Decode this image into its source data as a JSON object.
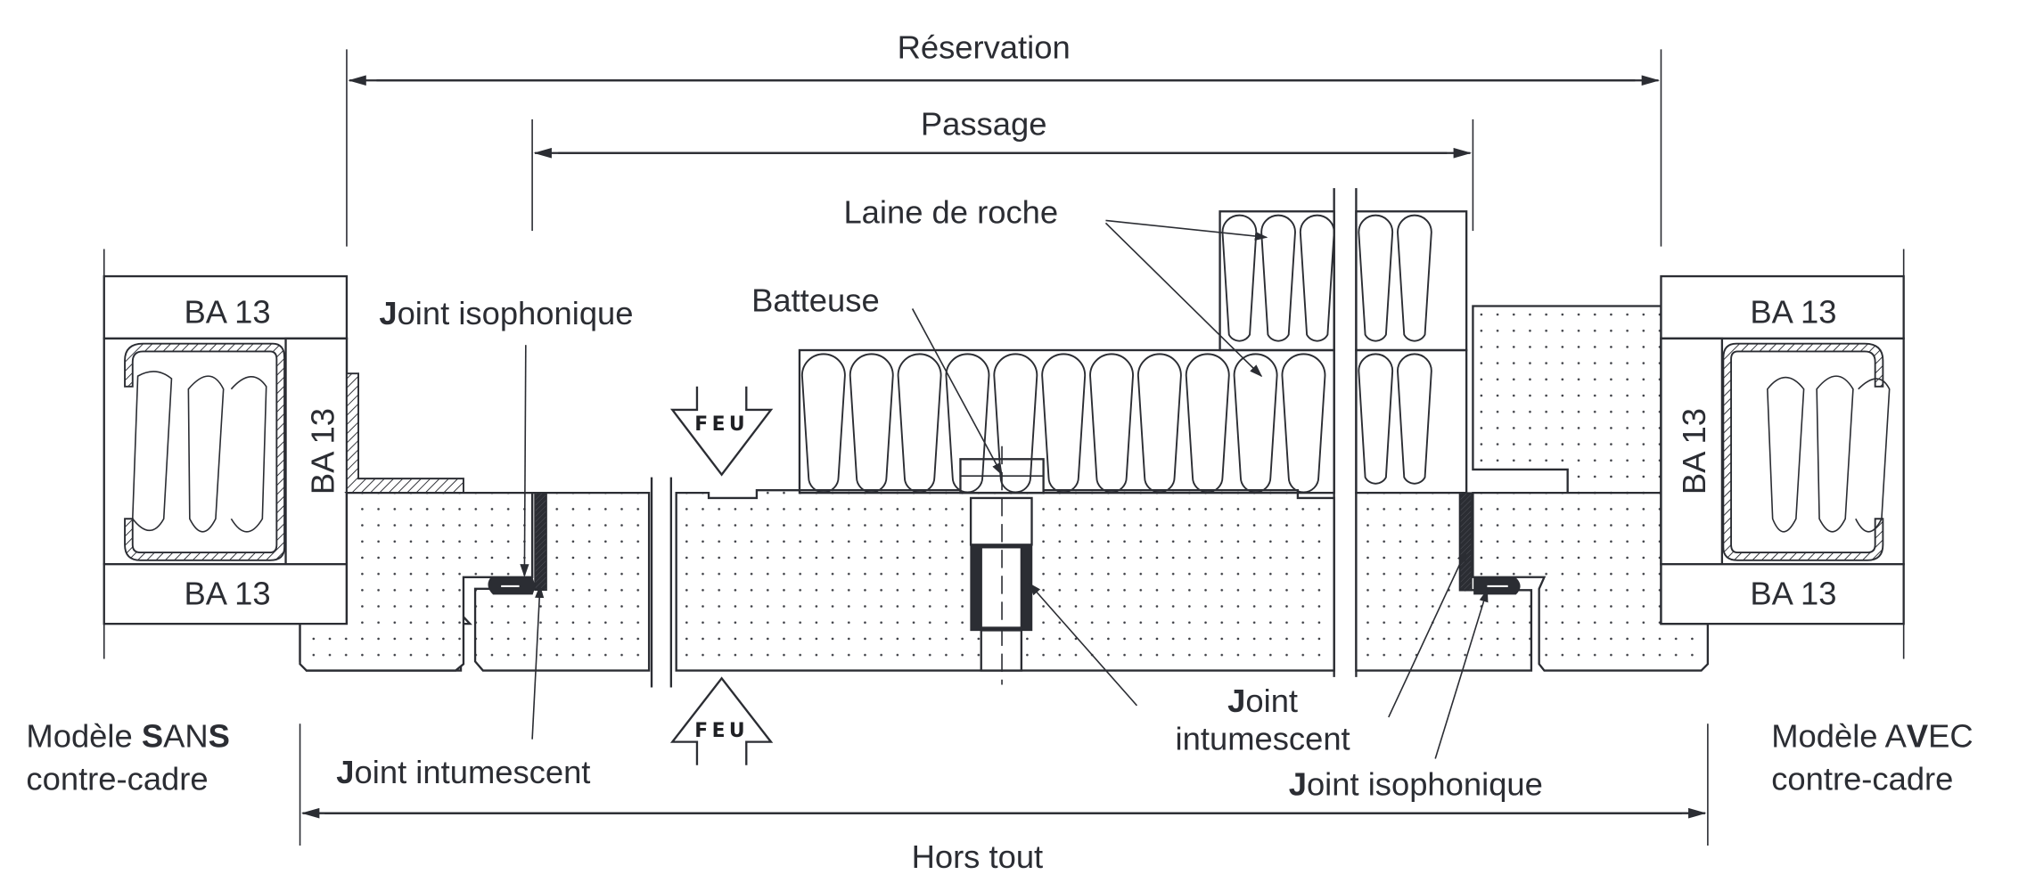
{
  "title": "Coupe horizontale porte coupe-feu — modèles avec et sans contre-cadre",
  "dimensions": {
    "reservation": "Réservation",
    "passage": "Passage",
    "hors_tout": "Hors tout"
  },
  "labels": {
    "laine_de_roche": "Laine de roche",
    "batteuse": "Batteuse",
    "joint_isophonique_left_bold": "J",
    "joint_isophonique_left_rest": "oint isophonique",
    "joint_intumescent_left_bold": "J",
    "joint_intumescent_left_rest": "oint intumescent",
    "joint_center_bold": "J",
    "joint_center_rest": "oint",
    "intumescent_center": "intumescent",
    "joint_isophonique_right_bold": "J",
    "joint_isophonique_right_rest": "oint isophonique",
    "feu_top": "FEU",
    "feu_bottom": "FEU"
  },
  "models": {
    "left_line1_plain": "Modèle ",
    "left_line1_b1": "S",
    "left_line1_mid": "AN",
    "left_line1_b2": "S",
    "left_line2": "contre-cadre",
    "right_line1_plain": "Modèle A",
    "right_line1_b": "V",
    "right_line1_end": "EC",
    "right_line2": "contre-cadre"
  },
  "wall_boards": {
    "left_top": "BA 13",
    "left_side": "BA 13",
    "left_bottom": "BA 13",
    "right_top": "BA 13",
    "right_side": "BA 13",
    "right_bottom": "BA 13"
  },
  "colors": {
    "ink": "#2b2d33",
    "background": "#ffffff"
  }
}
